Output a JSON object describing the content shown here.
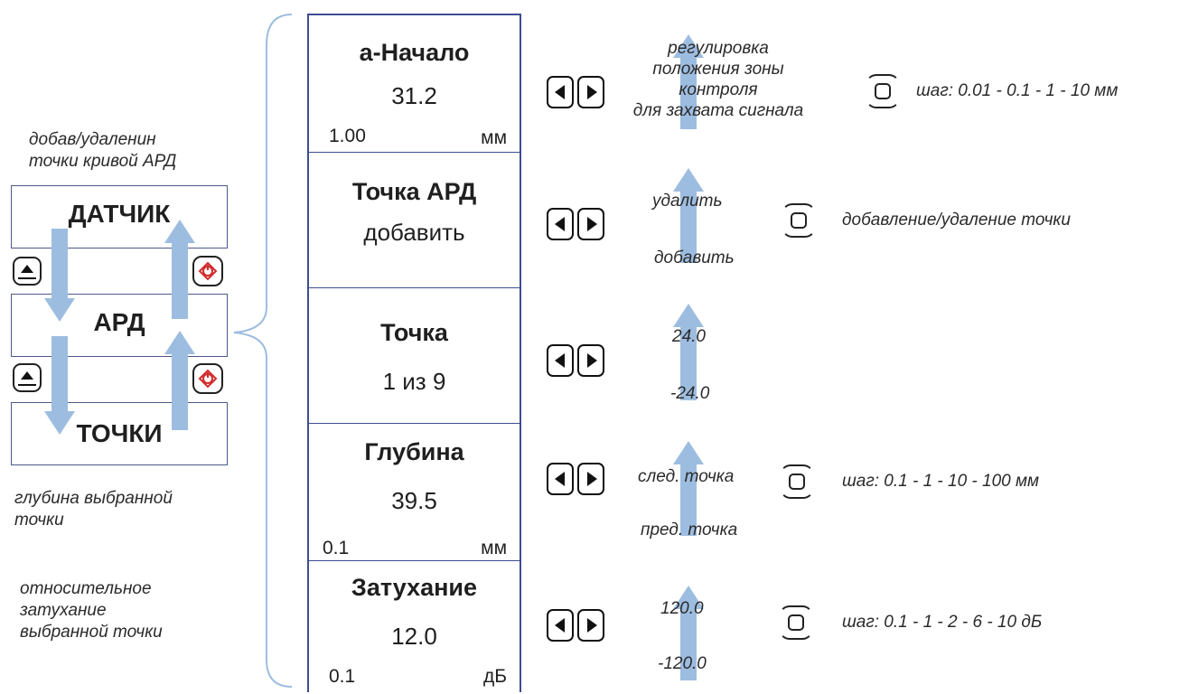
{
  "left": {
    "note_top": [
      "добав/удаленин",
      "точки кривой АРД"
    ],
    "menu": [
      "ДАТЧИК",
      "АРД",
      "ТОЧКИ"
    ],
    "note_depth": [
      "глубина выбранной",
      "точки"
    ],
    "note_atten": [
      "относительное",
      "затухание",
      "выбранной точки"
    ]
  },
  "panel": [
    {
      "name": "а-Начало",
      "value": "31.2",
      "step": "1.00",
      "unit": "мм"
    },
    {
      "name": "Точка АРД",
      "value": "добавить",
      "step": "",
      "unit": ""
    },
    {
      "name": "Точка",
      "value": "1 из 9",
      "step": "",
      "unit": ""
    },
    {
      "name": "Глубина",
      "value": "39.5",
      "step": "0.1",
      "unit": "мм"
    },
    {
      "name": "Затухание",
      "value": "12.0",
      "step": "0.1",
      "unit": "дБ"
    }
  ],
  "rows": [
    {
      "lines": [
        "регулировка",
        "положения зоны",
        "контроля",
        "для захвата сигнала"
      ],
      "step_text": "шаг: 0.01 - 0.1 - 1 - 10 мм"
    },
    {
      "up": "удалить",
      "down": "добавить",
      "step_text": "добавление/удаление точки"
    },
    {
      "up": "24.0",
      "down": "-24.0",
      "step_text": ""
    },
    {
      "up": "след. точка",
      "down": "пред. точка",
      "step_text": "шаг: 0.1 - 1 - 10 - 100 мм"
    },
    {
      "up": "120.0",
      "down": "-120.0",
      "step_text": "шаг: 0.1 - 1 - 2 - 6 - 10 дБ"
    }
  ],
  "colors": {
    "arrow": "#9dbde0",
    "panel_border": "#3d4d90",
    "power_key": "#d32b2b"
  },
  "icons": [
    "key-up-icon",
    "power-key-icon",
    "left-right-keys-icon",
    "square-key-icon",
    "brace-icon"
  ]
}
